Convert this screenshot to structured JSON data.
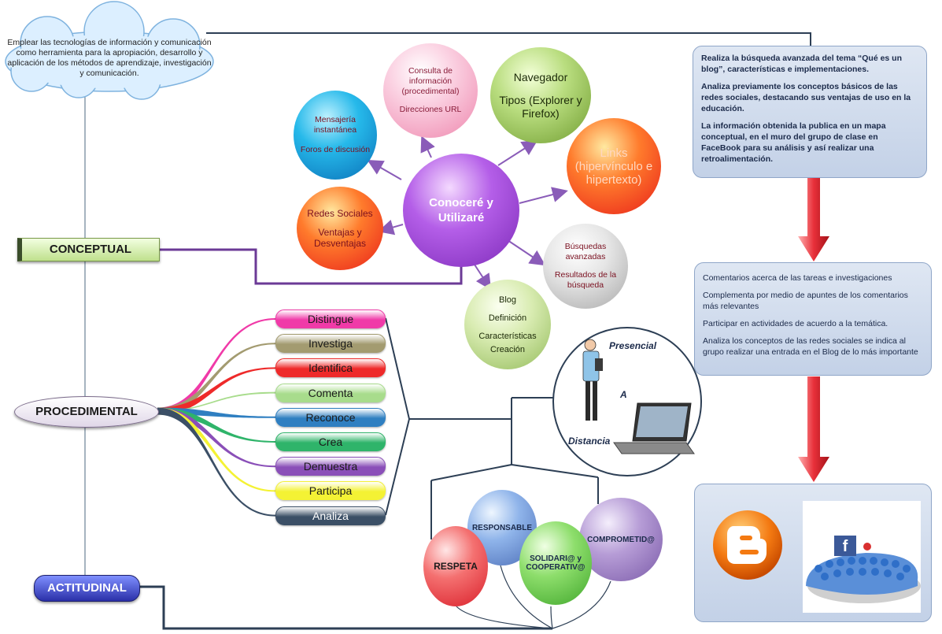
{
  "cloud": {
    "text": "Emplear las tecnologías de información y comunicación como herramienta para la apropiación, desarrollo y aplicación de los métodos de aprendizaje, investigación y comunicación."
  },
  "center": {
    "label": "Conoceré y Utilizaré"
  },
  "bubbles": {
    "consulta": {
      "line1": "Consulta de información (procedimental)",
      "line2": "Direcciones URL"
    },
    "navegador": {
      "line1": "Navegador",
      "line2": "Tipos (Explorer y Firefox)"
    },
    "mensajeria": {
      "line1": "Mensajería instantánea",
      "line2": "Foros de discusión"
    },
    "links": {
      "line1": "Links (hipervínculo e hipertexto)"
    },
    "redes": {
      "line1": "Redes Sociales",
      "line2": "Ventajas y Desventajas"
    },
    "busquedas": {
      "line1": "Búsquedas avanzadas",
      "line2": "Resultados de la búsqueda"
    },
    "blog": {
      "line1": "Blog",
      "line2": "Definición",
      "line3": "Características",
      "line4": "Creación"
    }
  },
  "categories": {
    "conceptual": "CONCEPTUAL",
    "procedimental": "PROCEDIMENTAL",
    "actitudinal": "ACTITUDINAL"
  },
  "verbs": [
    "Distingue",
    "Investiga",
    "Identifica",
    "Comenta",
    "Reconoce",
    "Crea",
    "Demuestra",
    "Participa",
    "Analiza"
  ],
  "verb_colors": [
    "#f03aa8",
    "#a39b70",
    "#ee2a2a",
    "#a8dc8c",
    "#2f7fc1",
    "#2fb46a",
    "#8a4fb8",
    "#f4f234",
    "#3b4f66"
  ],
  "modality": {
    "top": "Presencial",
    "middle": "A",
    "bottom": "Distancia"
  },
  "values": [
    "RESPONSABLE",
    "SOLIDARI@ y COOPERATIV@",
    "COMPROMETID@",
    "RESPETA"
  ],
  "panel_top": [
    "Realiza la búsqueda avanzada del tema “Qué es un blog”, características e implementaciones.",
    "Analiza previamente los conceptos básicos de las redes sociales, destacando sus ventajas de uso en la educación.",
    "La información obtenida la publica en un mapa conceptual, en el muro del grupo de clase en FaceBook para su análisis y así realizar una retroalimentación."
  ],
  "panel_mid": [
    "Comentarios acerca de las tareas e investigaciones",
    "Complementa por medio de apuntes de los comentarios más relevantes",
    "Participar en actividades de acuerdo a la temática.",
    "Analiza los conceptos de las redes sociales se indica al grupo realizar una entrada en el Blog de lo más importante"
  ],
  "colors": {
    "line": "#2d3f55",
    "purple": "#7b4aa8",
    "panel_border": "#8fa6c8"
  }
}
